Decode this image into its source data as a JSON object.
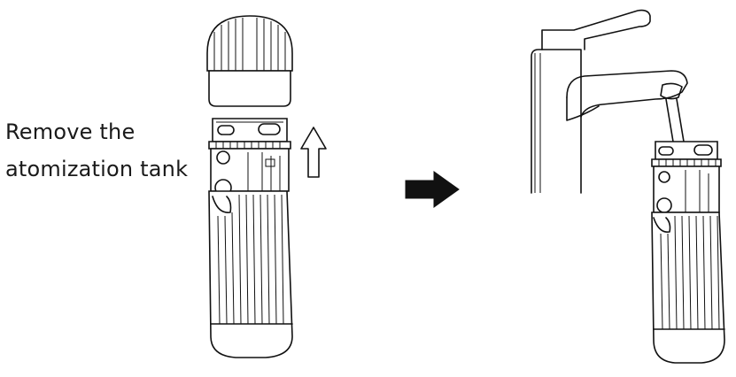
{
  "instruction": {
    "line1": "Remove the",
    "line2": "atomization tank"
  },
  "illustrations": {
    "left": "device-with-cap-removed",
    "up_arrow": "up-arrow-icon",
    "next_arrow": "right-arrow-icon",
    "right": "device-being-filled-under-faucet"
  },
  "colors": {
    "ink": "#111111",
    "background": "#ffffff"
  }
}
